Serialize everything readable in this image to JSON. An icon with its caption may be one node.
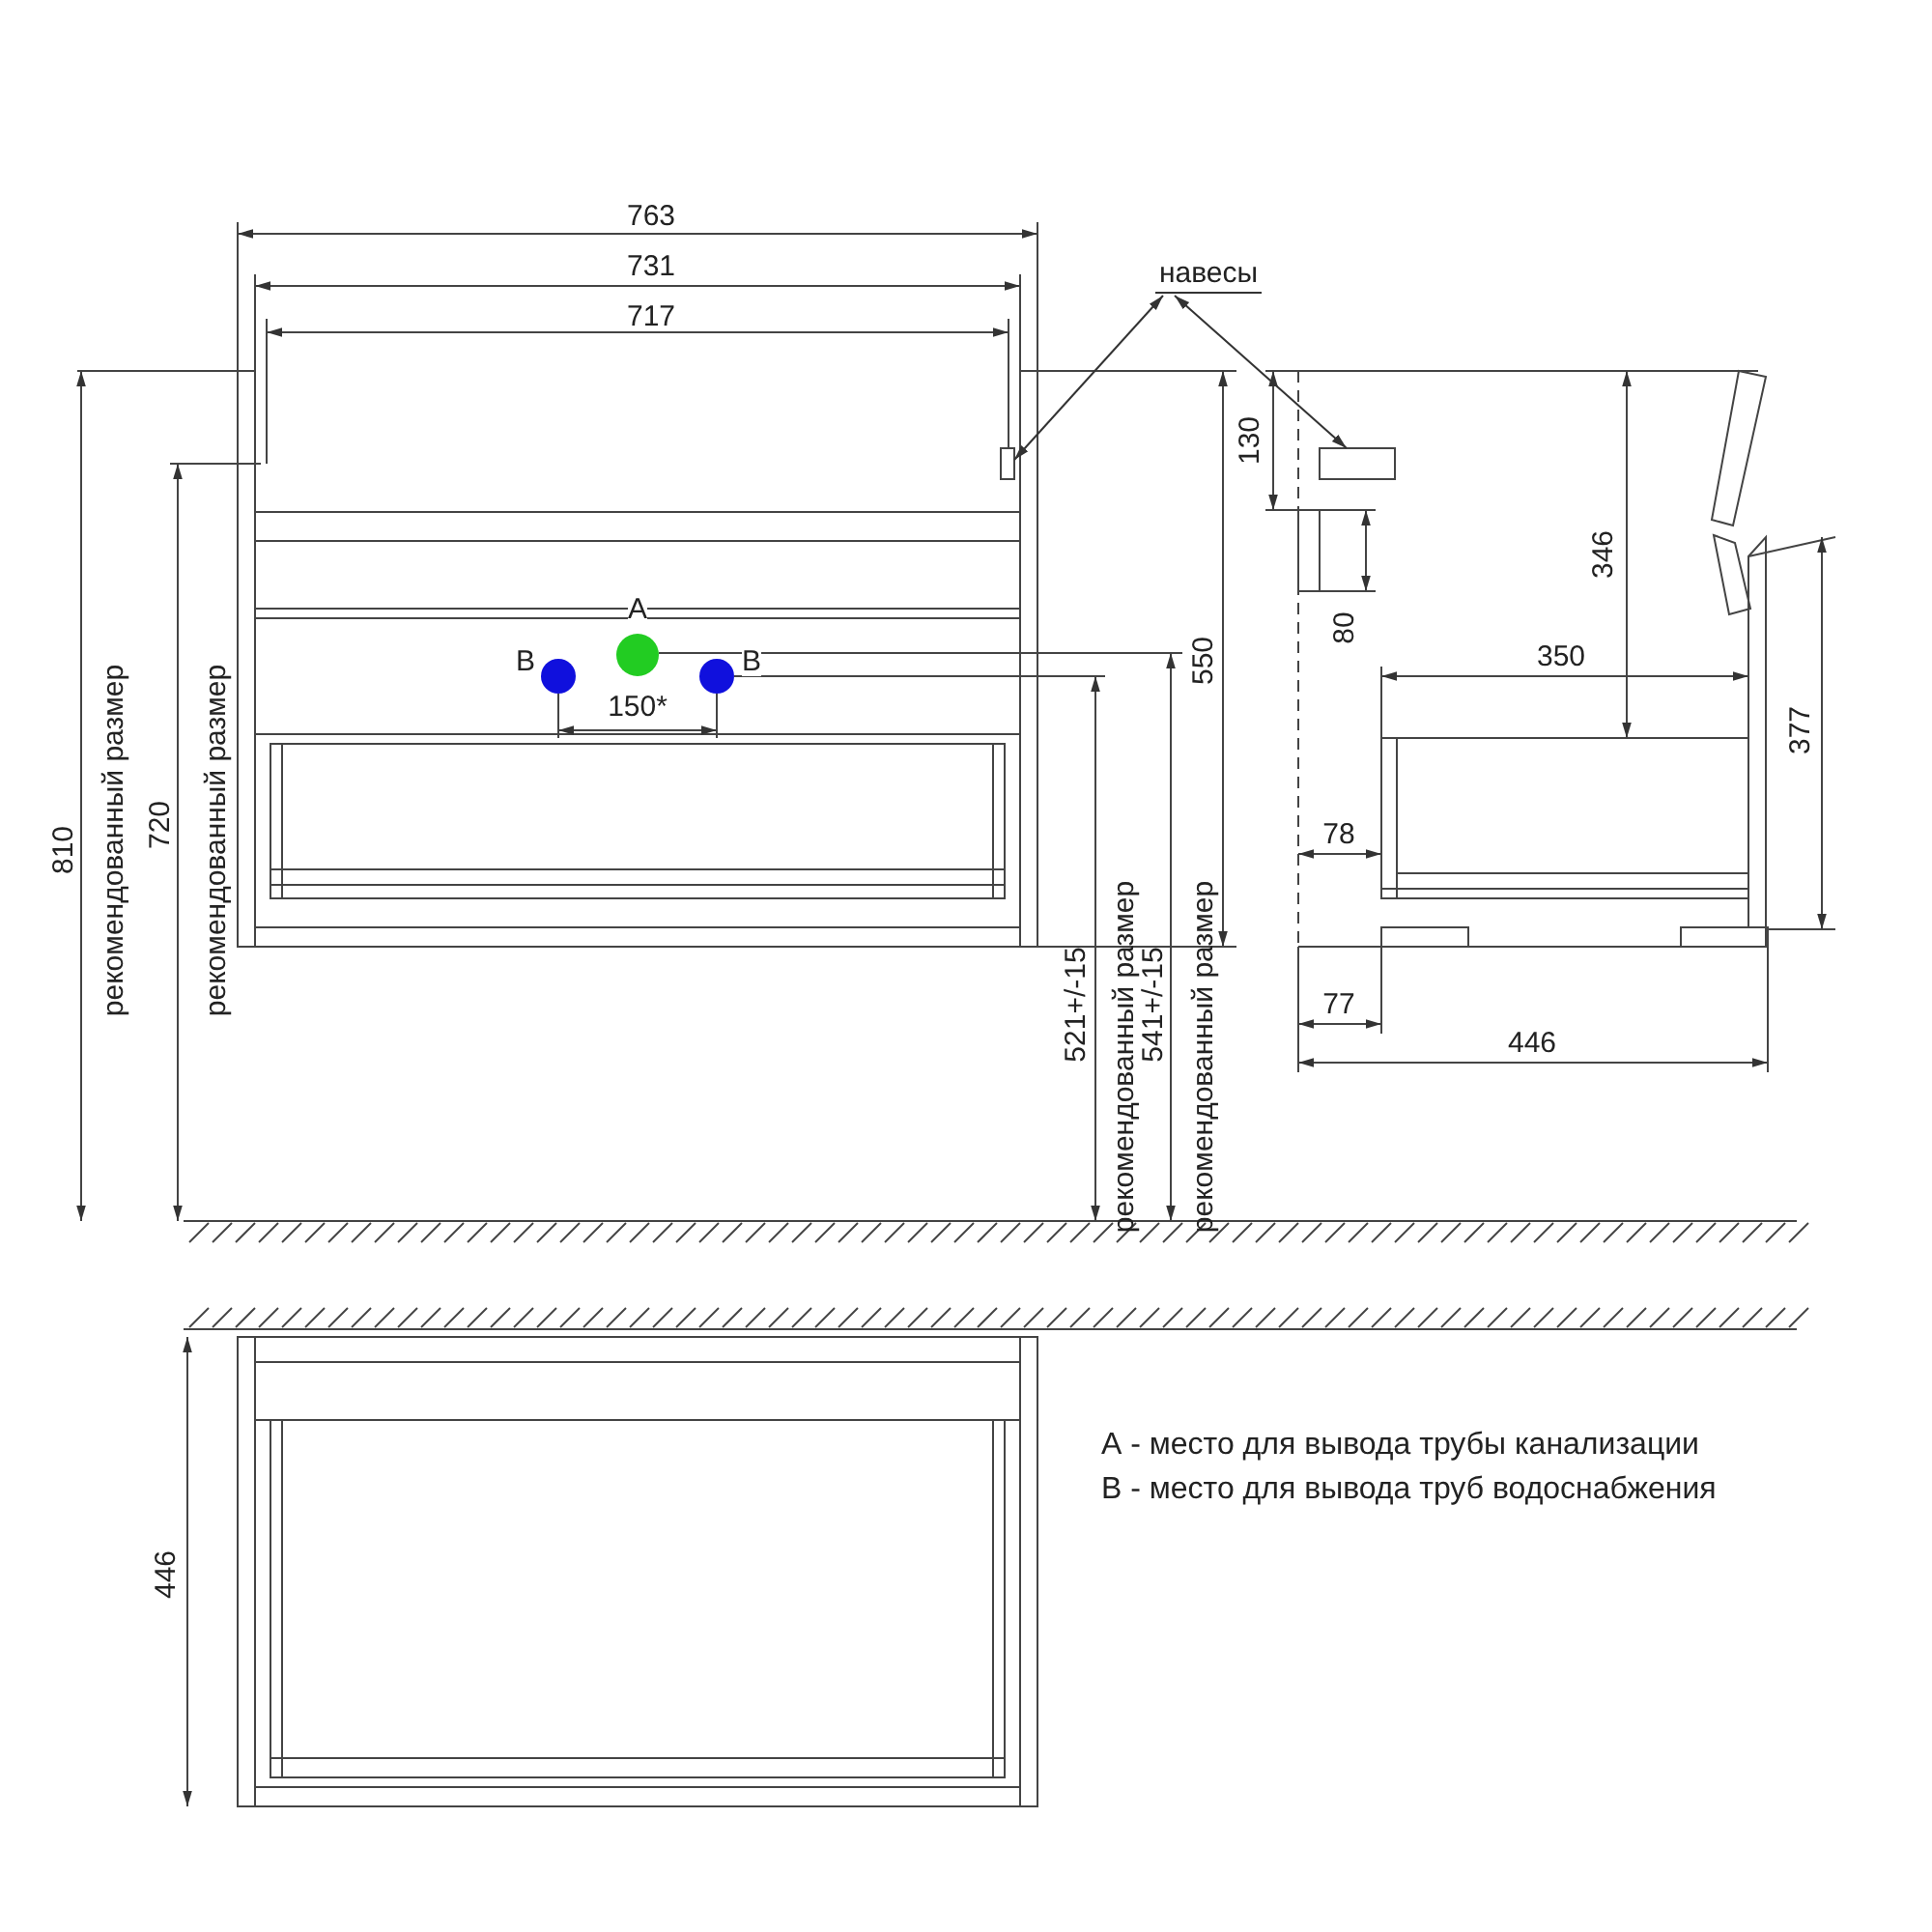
{
  "diagram": {
    "nodes": [
      {
        "text": [
          "навесы"
        ]
      },
      {
        "text": [],
        "shape": "box"
      },
      {
        "text": [],
        "shape": "box"
      }
    ],
    "edges": [
      {
        "from": 0,
        "to": 1,
        "arrow": "both"
      },
      {
        "from": 0,
        "to": 2,
        "arrow": "both"
      }
    ],
    "labels": [
      "763",
      "731",
      "717",
      "130",
      "346",
      "А",
      "В",
      "В",
      "550",
      "80",
      "350",
      "377",
      "810",
      "рекомендованный размер",
      "720",
      "рекомендованный размер",
      "150*",
      "78",
      "521+/-15",
      "рекомендованный размер",
      "541+/-15",
      "рекомендованный размер",
      "77",
      "446",
      "446",
      "А - место для вывода трубы канализации",
      "В - место для вывода труб водоснабжения"
    ]
  }
}
